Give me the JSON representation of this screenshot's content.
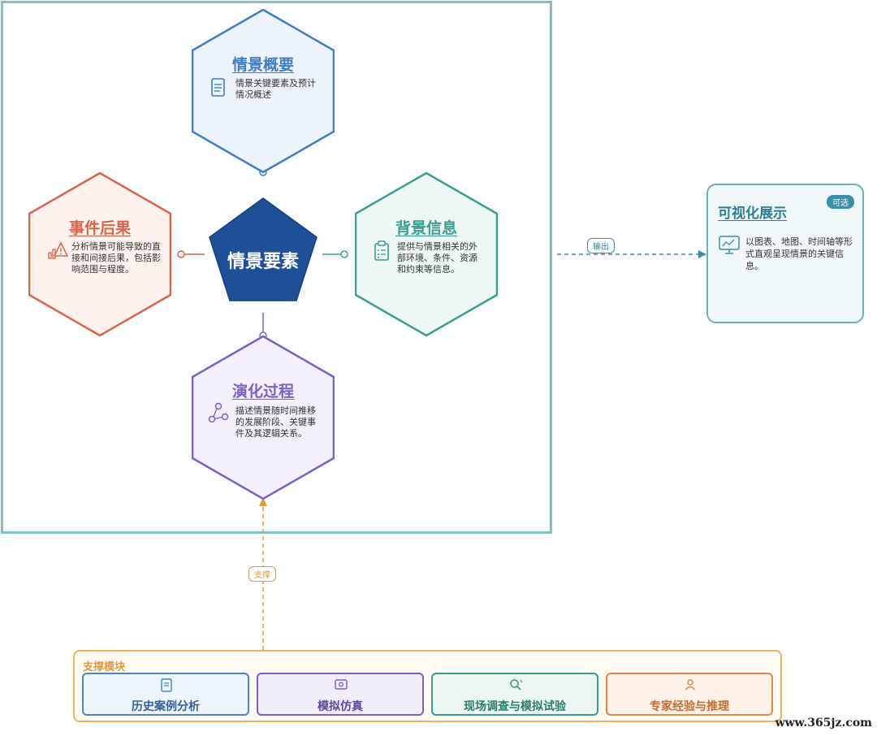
{
  "core": {
    "label": "情景要素"
  },
  "nodes": {
    "overview": {
      "title": "情景概要",
      "desc": "情景关键要素及预计情况概述",
      "icon": "document-icon",
      "color": "#3f7ec4"
    },
    "background": {
      "title": "背景信息",
      "desc": "提供与情景相关的外部环境、条件、资源和约束等信息。",
      "icon": "clipboard-icon",
      "color": "#3a9e8c"
    },
    "consequence": {
      "title": "事件后果",
      "desc": "分析情景可能导致的直接和间接后果，包括影响范围与程度。",
      "icon": "chart-alert-icon",
      "color": "#d9644a"
    },
    "evolution": {
      "title": "演化过程",
      "desc": "描述情景随时间推移的发展阶段、关键事件及其逻辑关系。",
      "icon": "process-nodes-icon",
      "color": "#7c60c6"
    }
  },
  "output": {
    "link_label": "输出",
    "title": "可视化展示",
    "badge": "可选",
    "desc": "以图表、地图、时间轴等形式直观呈现情景的关键信息。",
    "icon": "monitor-chart-icon"
  },
  "support": {
    "link_label": "支撑",
    "title": "支撑模块",
    "modules": [
      {
        "label": "历史案例分析",
        "icon": "book-icon",
        "color": "#4a86c8"
      },
      {
        "label": "模拟仿真",
        "icon": "screen-icon",
        "color": "#7c60c6"
      },
      {
        "label": "现场调查与模拟试验",
        "icon": "search-icon",
        "color": "#3a9e8c"
      },
      {
        "label": "专家经验与推理",
        "icon": "person-icon",
        "color": "#e0894a"
      }
    ]
  },
  "watermark": "www.365jz.com"
}
